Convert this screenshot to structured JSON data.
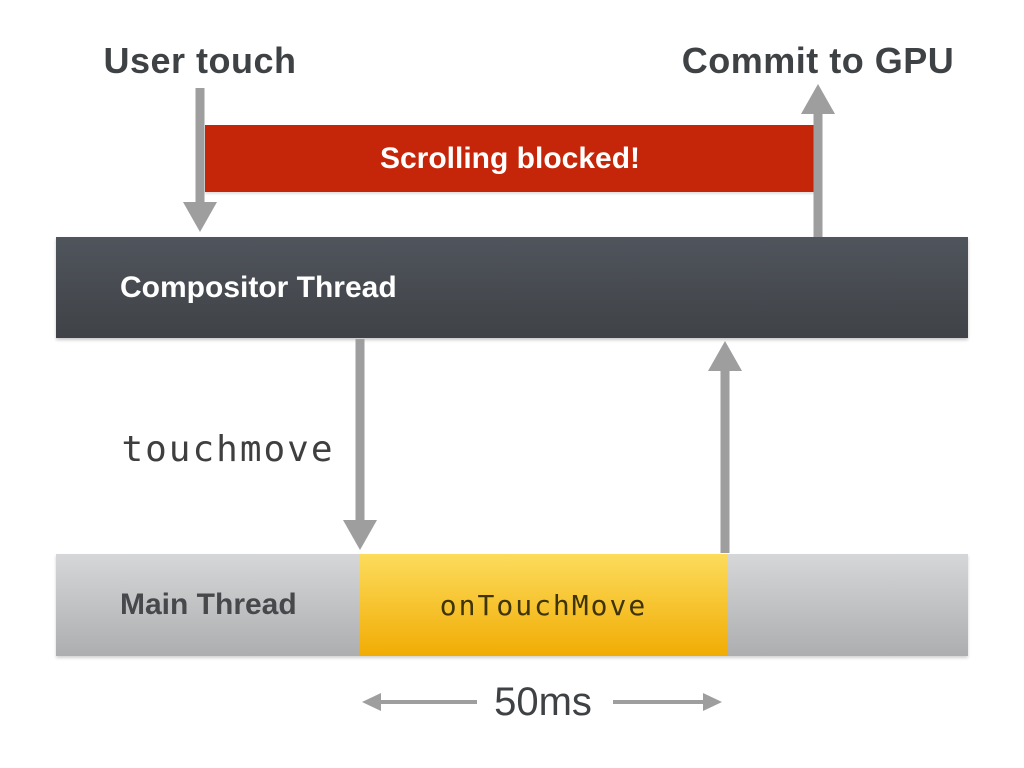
{
  "labels": {
    "user_touch": "User touch",
    "commit_to_gpu": "Commit to GPU",
    "scrolling_blocked": "Scrolling blocked!",
    "compositor_thread": "Compositor Thread",
    "touchmove_event": "touchmove",
    "main_thread": "Main Thread",
    "on_touch_move": "onTouchMove",
    "duration": "50ms"
  },
  "colors": {
    "banner_red": "#c52508",
    "banner_text": "#ffffff",
    "compositor_top": "#50545c",
    "compositor_bottom": "#3f4347",
    "main_top": "#d6d7d8",
    "main_bottom": "#adaeaf",
    "main_label_text": "#46484b",
    "handler_top": "#fcdc5c",
    "handler_bottom": "#f1ac04",
    "handler_text": "#3e3408",
    "arrow_gray": "#9e9e9e",
    "title_text": "#3f4245"
  }
}
